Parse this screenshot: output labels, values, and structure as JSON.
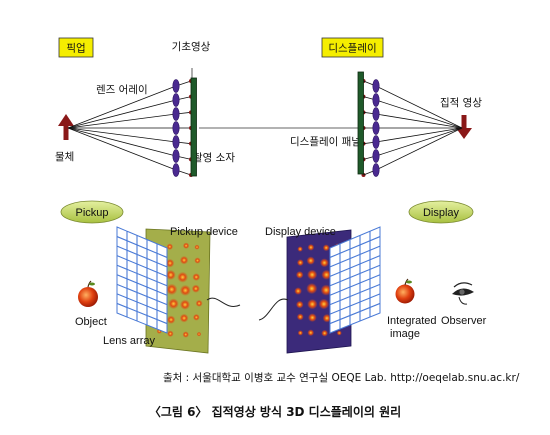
{
  "top_section": {
    "pickup_tag": "픽업",
    "display_tag": "디스플레이",
    "elemental_image_label": "기초영상",
    "lens_array_label": "렌즈 어레이",
    "object_label": "물체",
    "capture_device_label": "촬영 소자",
    "display_panel_label": "디스플레이 패널",
    "integrated_image_label": "집적 영상"
  },
  "bottom_section": {
    "pickup_tag": "Pickup",
    "display_tag": "Display",
    "pickup_device_label": "Pickup device",
    "display_device_label": "Display device",
    "object_label": "Object",
    "lens_array_label": "Lens array",
    "integrated_image_label_line1": "Integrated",
    "integrated_image_label_line2": "image",
    "observer_label": "Observer"
  },
  "source_text": "출처 : 서울대학교 이병호 교수 연구실 OEQE Lab. http://oeqelab.snu.ac.kr/",
  "caption": "〈그림 6〉 집적영상 방식 3D 디스플레이의 원리",
  "colors": {
    "tag_yellow": "#f5ee00",
    "tag_green": "#c8dc64",
    "lens_purple": "#4a2a90",
    "panel_green": "#1f5a2a",
    "arrow_red": "#8a1818",
    "pickup_plate": "#a4ae4a",
    "display_plate": "#3b2a7a",
    "lens_grid_blue": "#4a7ad6"
  },
  "icons": [
    "apple-icon",
    "eye-icon"
  ]
}
